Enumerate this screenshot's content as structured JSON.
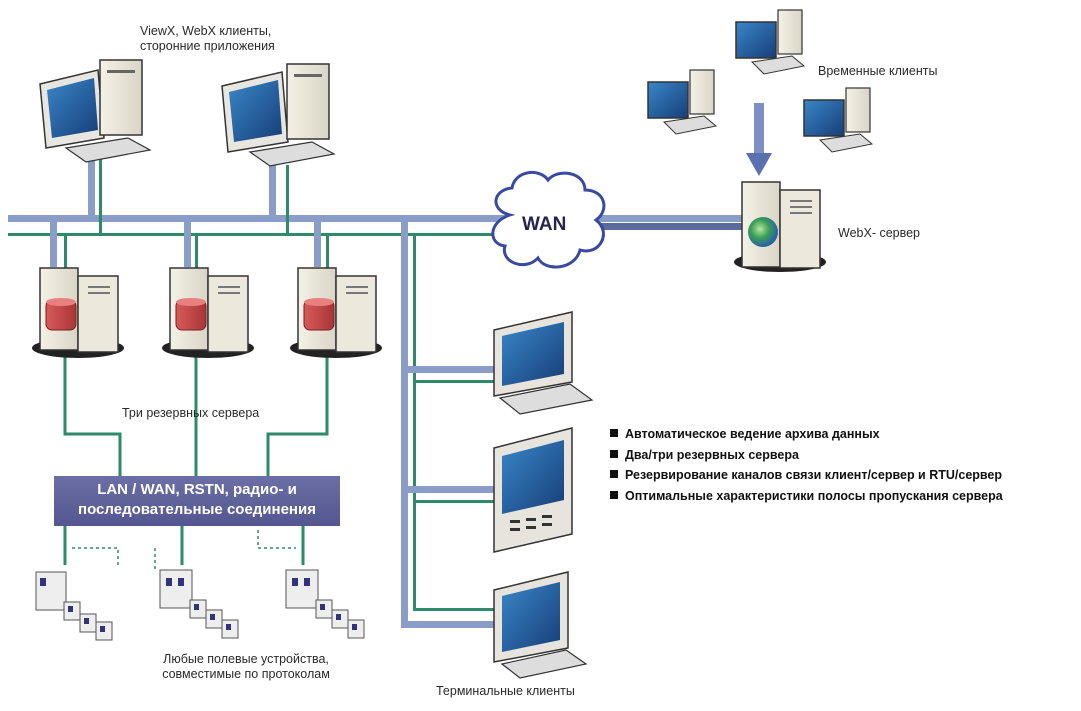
{
  "labels": {
    "view_clients": "ViewX, WebX клиенты,",
    "view_clients_2": "сторонние приложения",
    "temp_clients": "Временные клиенты",
    "wan": "WAN",
    "webx_server": "WebX- сервер",
    "redundant_servers": "Три резервных сервера",
    "lan_box_1": "LAN / WAN, RSTN, радио- и",
    "lan_box_2": "последовательные соединения",
    "field_devices_1": "Любые полевые устройства,",
    "field_devices_2": "совместимые по протоколам",
    "terminal_clients": "Терминальные клиенты"
  },
  "features": [
    "Автоматическое ведение архива данных",
    "Два/три резервных сервера",
    "Резервирование каналов связи клиент/сервер и RTU/сервер",
    "Оптимальные характеристики полосы пропускания сервера"
  ],
  "colors": {
    "bus_blue": "#8a9cc8",
    "bus_green": "#2e8a6a",
    "lan_box": "#5f629a",
    "db_red": "#c84a4a",
    "screen": "#1f5fa0"
  }
}
